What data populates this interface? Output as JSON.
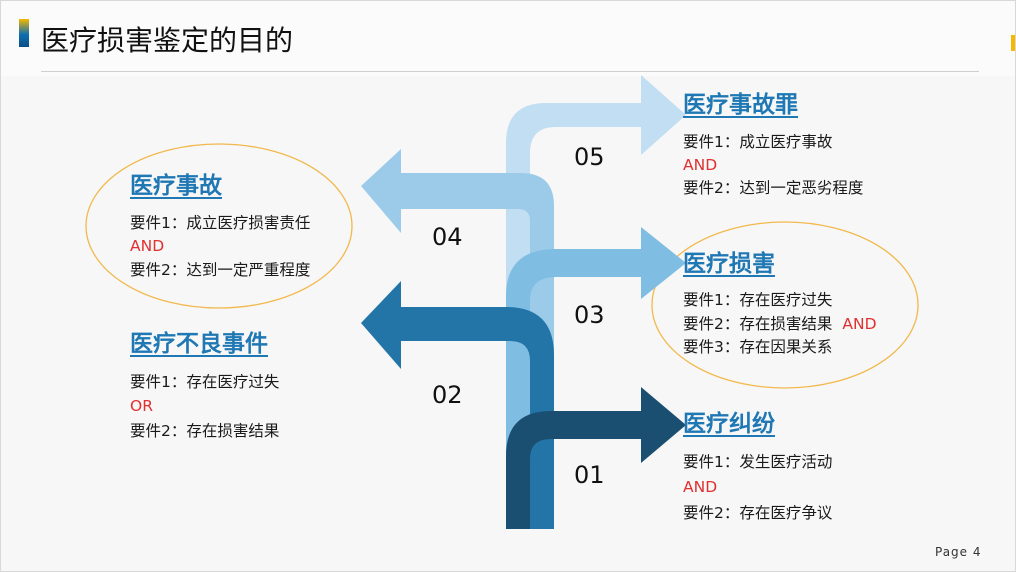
{
  "slide": {
    "title": "医疗损害鉴定的目的",
    "page_label": "Page 4"
  },
  "colors": {
    "darkest": "#1b4f72",
    "dark": "#2375a8",
    "mid": "#7fbde3",
    "light": "#b7d9ef",
    "operator": "#e03030",
    "heading": "#1f78b4",
    "oval": "#f2b84b"
  },
  "arrows": [
    {
      "number": "01",
      "direction": "right"
    },
    {
      "number": "02",
      "direction": "left"
    },
    {
      "number": "03",
      "direction": "right"
    },
    {
      "number": "04",
      "direction": "left"
    },
    {
      "number": "05",
      "direction": "right"
    }
  ],
  "items": {
    "dispute": {
      "heading": "医疗纠纷",
      "req1": "要件1：发生医疗活动",
      "op": "AND",
      "req2": "要件2：存在医疗争议"
    },
    "adverse_event": {
      "heading": "医疗不良事件",
      "req1": "要件1：存在医疗过失",
      "op": "OR",
      "req2": "要件2：存在损害结果"
    },
    "damage": {
      "heading": "医疗损害",
      "req1": "要件1：存在医疗过失",
      "req2": "要件2：存在损害结果",
      "op": "AND",
      "req3": "要件3：存在因果关系"
    },
    "accident": {
      "heading": "医疗事故",
      "req1": "要件1：成立医疗损害责任",
      "op": "AND",
      "req2": "要件2：达到一定严重程度"
    },
    "crime": {
      "heading": "医疗事故罪",
      "req1": "要件1：成立医疗事故",
      "op": "AND",
      "req2": "要件2：达到一定恶劣程度"
    }
  }
}
